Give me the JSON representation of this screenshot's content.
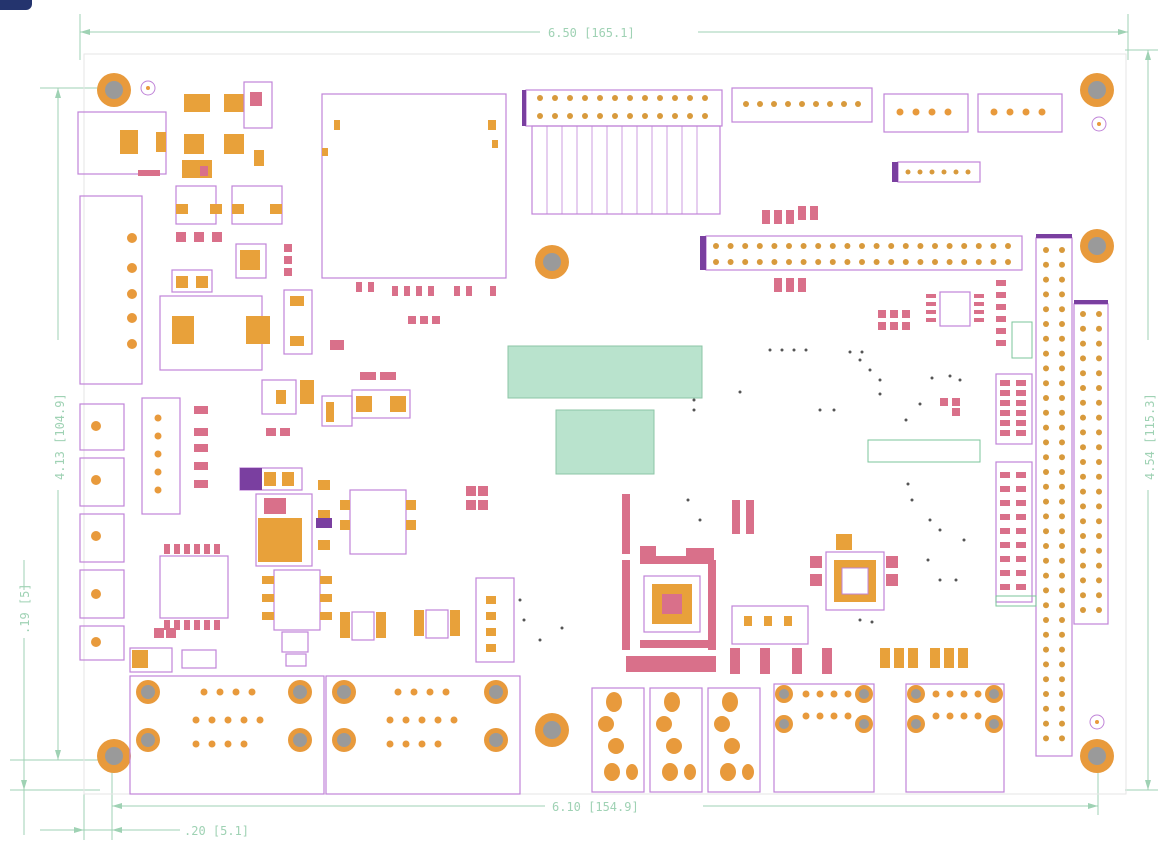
{
  "dimensions": {
    "top_width": "6.50 [165.1]",
    "bottom_width": "6.10 [154.9]",
    "left_height": "4.13 [104.9]",
    "right_height": "4.54 [115.3]",
    "left_offset": ".19 [5]",
    "bottom_offset": ".20 [5.1]"
  },
  "colors": {
    "dimension": "#9fd2b4",
    "outline": "#c084d8",
    "pad": "#e8a13a",
    "pad_alt": "#d9708a",
    "keepout": "#a8dcc0"
  }
}
